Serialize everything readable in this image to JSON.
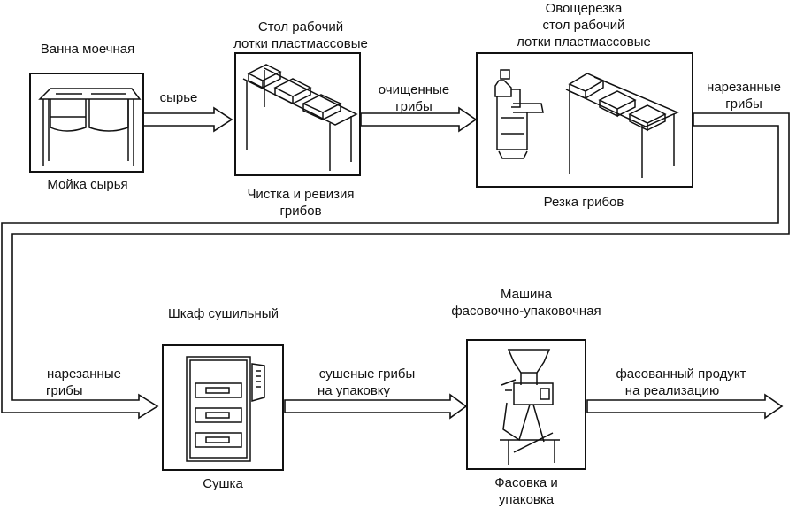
{
  "stages": {
    "washing": {
      "equipment": "Ванна моечная",
      "process": "Мойка сырья"
    },
    "cleaning": {
      "equipment_line1": "Стол рабочий",
      "equipment_line2": "лотки пластмассовые",
      "process_line1": "Чистка и ревизия",
      "process_line2": "грибов"
    },
    "cutting": {
      "equipment_line1": "Овощерезка",
      "equipment_line2": "стол рабочий",
      "equipment_line3": "лотки пластмассовые",
      "process": "Резка грибов"
    },
    "drying": {
      "equipment": "Шкаф сушильный",
      "process": "Сушка"
    },
    "packing": {
      "equipment_line1": "Машина",
      "equipment_line2": "фасовочно-упаковочная",
      "process_line1": "Фасовка и",
      "process_line2": "упаковка"
    }
  },
  "flows": {
    "raw": {
      "line1": "сырье"
    },
    "cleaned": {
      "line1": "очищенные",
      "line2": "грибы"
    },
    "sliced_top": {
      "line1": "нарезанные",
      "line2": "грибы"
    },
    "sliced_bottom": {
      "line1": "нарезанные",
      "line2": "грибы"
    },
    "dried": {
      "line1": "сушеные грибы",
      "line2": "на упаковку"
    },
    "final": {
      "line1": "фасованный продукт",
      "line2": "на реализацию"
    }
  },
  "colors": {
    "stroke": "#111111",
    "background": "#ffffff"
  }
}
